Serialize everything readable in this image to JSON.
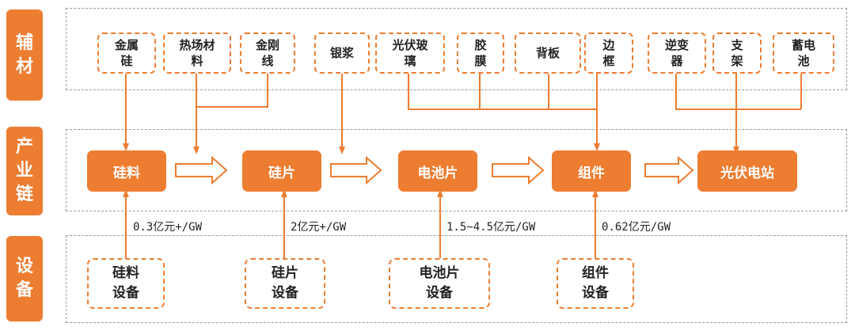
{
  "row_labels": {
    "auxiliary": [
      "辅",
      "材"
    ],
    "industry_chain": [
      "产",
      "业",
      "链"
    ],
    "equipment": [
      "设",
      "备"
    ]
  },
  "auxiliary_materials": [
    {
      "id": "polysilicon-metal",
      "text": "金属\n硅"
    },
    {
      "id": "thermal-field",
      "text": "热场材\n料"
    },
    {
      "id": "diamond-wire",
      "text": "金刚\n线"
    },
    {
      "id": "silver-paste",
      "text": "银浆"
    },
    {
      "id": "pv-glass",
      "text": "光伏玻\n璃"
    },
    {
      "id": "film",
      "text": "胶\n膜"
    },
    {
      "id": "backsheet",
      "text": "背板"
    },
    {
      "id": "frame",
      "text": "边\n框"
    },
    {
      "id": "inverter",
      "text": "逆变\n器"
    },
    {
      "id": "bracket",
      "text": "支\n架"
    },
    {
      "id": "battery",
      "text": "蓄电\n池"
    }
  ],
  "chain_stages": [
    {
      "id": "silicon-material",
      "text": "硅料"
    },
    {
      "id": "wafer",
      "text": "硅片"
    },
    {
      "id": "cell",
      "text": "电池片"
    },
    {
      "id": "module",
      "text": "组件"
    },
    {
      "id": "pv-plant",
      "text": "光伏电站"
    }
  ],
  "equipment": [
    {
      "id": "silicon-material-equipment",
      "text": "硅料\n设备"
    },
    {
      "id": "wafer-equipment",
      "text": "硅片\n设备"
    },
    {
      "id": "cell-equipment",
      "text": "电池片\n设备"
    },
    {
      "id": "module-equipment",
      "text": "组件\n设备"
    }
  ],
  "investment_labels": [
    "0.3亿元+/GW",
    "2亿元+/GW",
    "1.5~4.5亿元/GW",
    "0.62亿元/GW"
  ],
  "colors": {
    "accent": "#ED7D31",
    "section_border": "#9a9a9a",
    "text": "#222222"
  }
}
